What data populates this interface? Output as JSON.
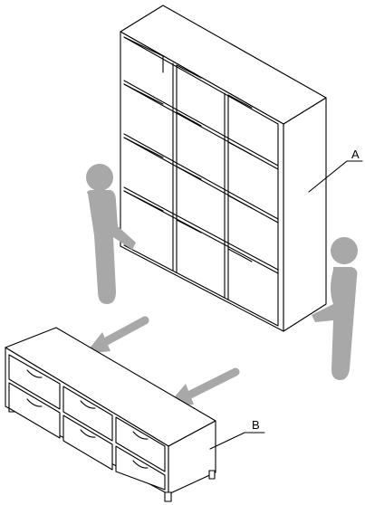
{
  "callouts": {
    "bookcase_label": "A",
    "dresser_label": "B"
  },
  "colors": {
    "line": "#000000",
    "figure": "#a8a8a8",
    "background": "#ffffff"
  },
  "scene": {
    "bookcase_cubbies": {
      "rows": 4,
      "columns": 3
    },
    "dresser_drawers": {
      "columns": 3,
      "rows": 2
    },
    "people_count": 2,
    "arrow_count": 2
  }
}
